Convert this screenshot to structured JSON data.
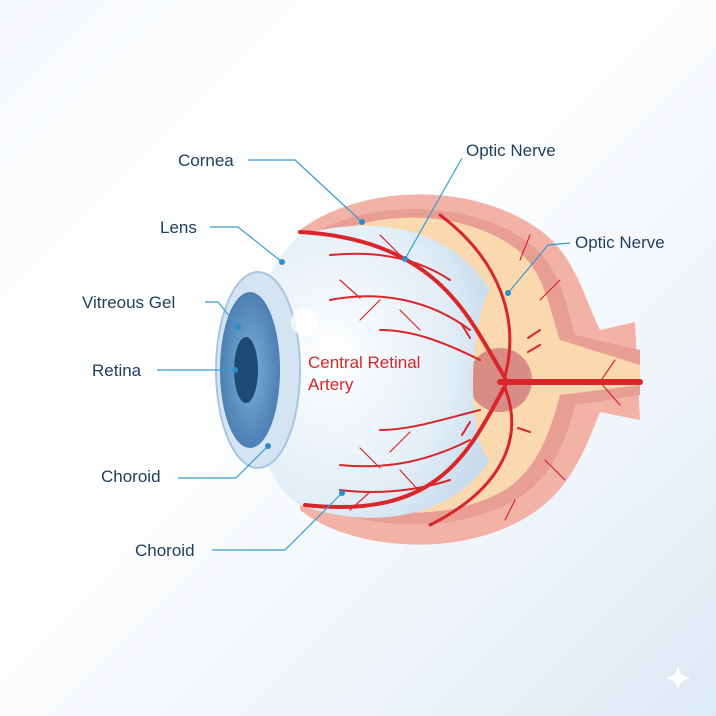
{
  "labels": {
    "cornea": "Cornea",
    "optic_nerve_top": "Optic Nerve",
    "lens": "Lens",
    "optic_nerve_right": "Optic Nerve",
    "vitreous_gel": "Vitreous Gel",
    "retina": "Retina",
    "central_retinal_artery_line1": "Central Retinal",
    "central_retinal_artery_line2": "Artery",
    "choroid_upper": "Choroid",
    "choroid_lower": "Choroid"
  },
  "colors": {
    "sclera": "#f2b3a6",
    "choroid": "#fbd9ae",
    "vessel": "#d9262b",
    "label": "#1f3d5c",
    "leader": "#3a9bcf",
    "iris": "#5d8fc0"
  },
  "icons": {
    "corner": "sparkle-icon"
  }
}
